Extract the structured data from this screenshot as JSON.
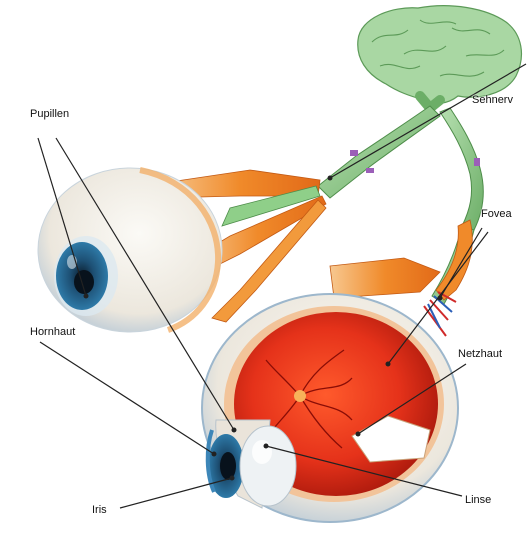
{
  "labels": {
    "pupillen": "Pupillen",
    "sehnerv": "Sehnerv",
    "fovea": "Fovea",
    "hornhaut": "Hornhaut",
    "netzhaut": "Netzhaut",
    "iris": "Iris",
    "linse": "Linse"
  },
  "colors": {
    "brain": "#9fd09a",
    "nerve": "#7fc07a",
    "retina": "#e8321b",
    "muscle": "#f08a2a",
    "iris": "#1f5f86",
    "sclera": "#f3f0ea",
    "leader_line": "#222222"
  }
}
